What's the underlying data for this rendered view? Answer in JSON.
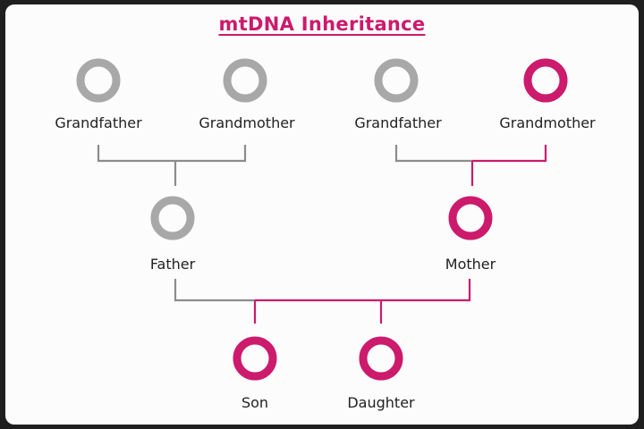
{
  "title": "mtDNA Inheritance",
  "colors": {
    "maternal": "#cc1a6c",
    "non_maternal": "#a8a8a8",
    "line_grey": "#8c8c8c",
    "text": "#222222"
  },
  "nodes": {
    "paternal_grandfather": {
      "label": "Grandfather",
      "mtdna": false
    },
    "paternal_grandmother": {
      "label": "Grandmother",
      "mtdna": false
    },
    "maternal_grandfather": {
      "label": "Grandfather",
      "mtdna": false
    },
    "maternal_grandmother": {
      "label": "Grandmother",
      "mtdna": true
    },
    "father": {
      "label": "Father",
      "mtdna": false
    },
    "mother": {
      "label": "Mother",
      "mtdna": true
    },
    "son": {
      "label": "Son",
      "mtdna": true
    },
    "daughter": {
      "label": "Daughter",
      "mtdna": true
    }
  }
}
